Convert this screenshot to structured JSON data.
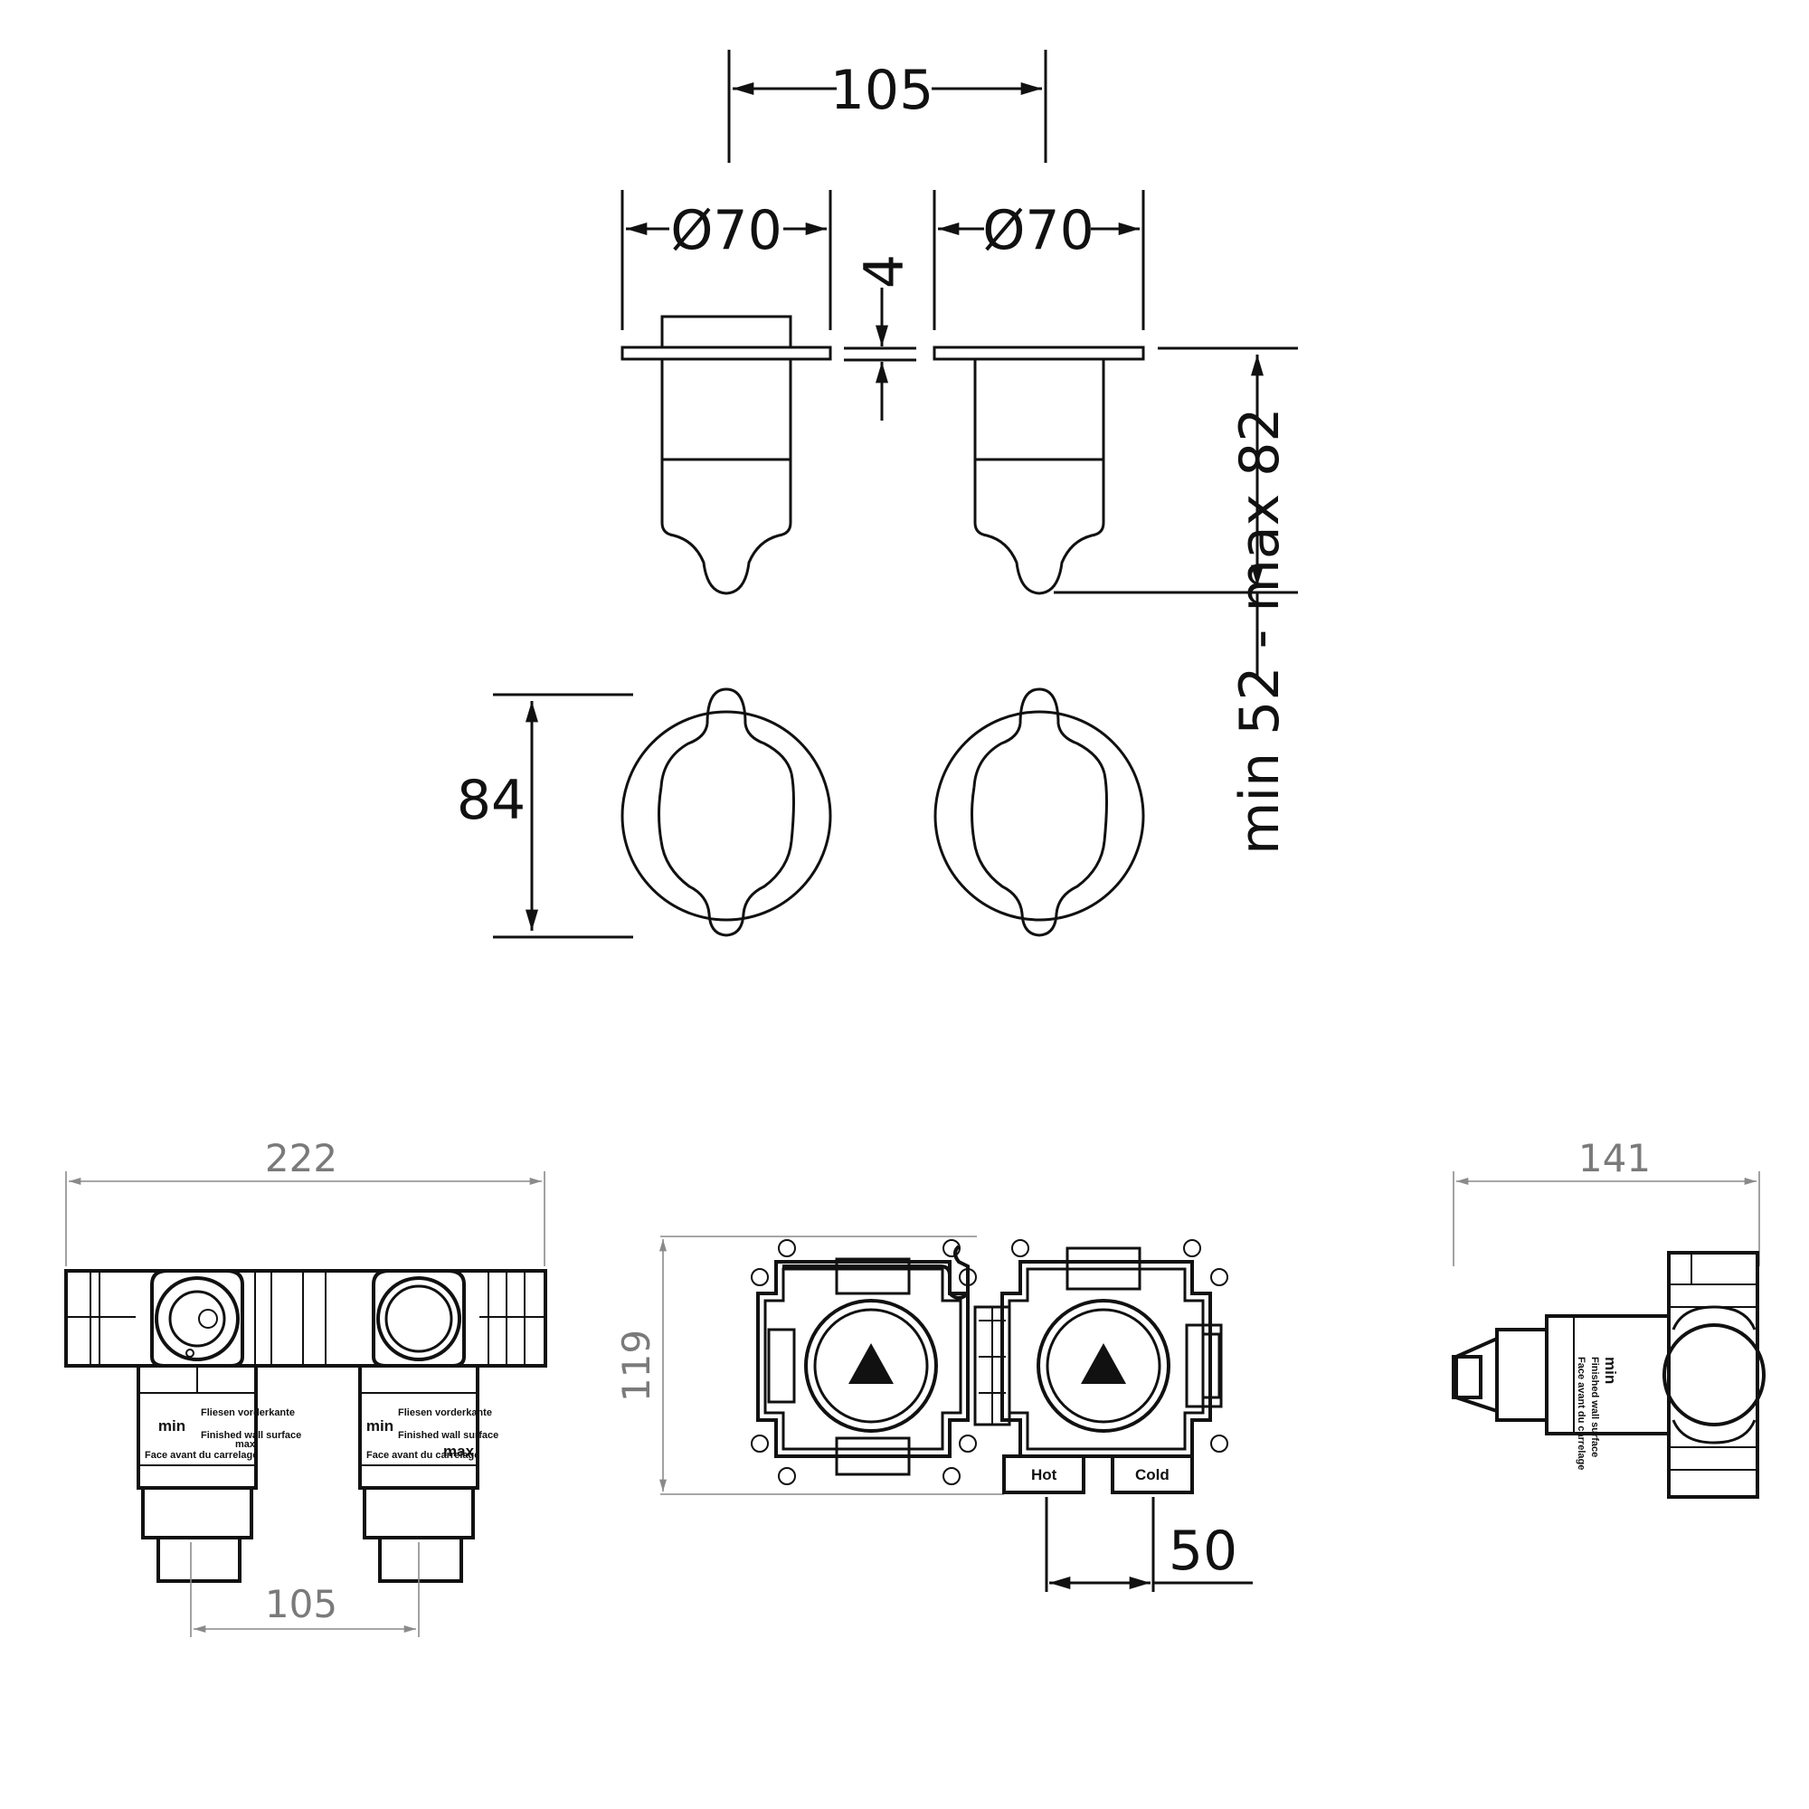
{
  "dimensions": {
    "top_spacing": "105",
    "diameter_left": "Ø70",
    "diameter_right": "Ø70",
    "plate_thickness": "4",
    "projection": "min 52 - max 82",
    "height": "84",
    "body_width": "222",
    "body_spacing": "105",
    "frame_height": "119",
    "inlet_spacing": "50",
    "body_depth": "141"
  },
  "labels": {
    "hot": "Hot",
    "cold": "Cold",
    "min": "min",
    "max": "max",
    "finished_wall_surface": "Finished wall surface",
    "face_avant": "Face avant du carrelage",
    "fliesen": "Fliesen vorderkante"
  },
  "colors": {
    "line": "#111111",
    "dimension_grey": "#8a8a8a",
    "background": "#ffffff"
  }
}
